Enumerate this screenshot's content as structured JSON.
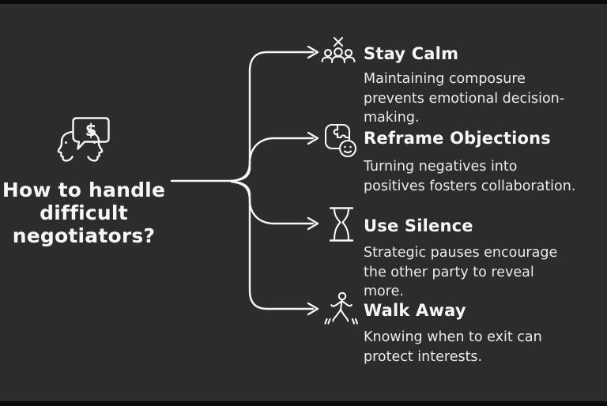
{
  "page": {
    "background_color": "#2b2c2c",
    "frame_bar_color": "#0a0a0a",
    "text_color": "#f6f6f6",
    "line_color": "#f6f6f6"
  },
  "root": {
    "title": "How to handle\ndifficult\nnegotiators?",
    "icon": "negotiation-faces-dollar-speech-icon",
    "bubble_symbol": "$"
  },
  "branches": [
    {
      "icon": "people-group-x-icon",
      "title": "Stay Calm",
      "description": "Maintaining composure\nprevents emotional decision-\nmaking."
    },
    {
      "icon": "puzzle-smiley-icon",
      "title": "Reframe Objections",
      "description": "Turning negatives into\npositives fosters collaboration."
    },
    {
      "icon": "hourglass-icon",
      "title": "Use Silence",
      "description": "Strategic pauses encourage\nthe other party to reveal\nmore."
    },
    {
      "icon": "walking-person-icon",
      "title": "Walk Away",
      "description": "Knowing when to exit can\nprotect interests."
    }
  ]
}
